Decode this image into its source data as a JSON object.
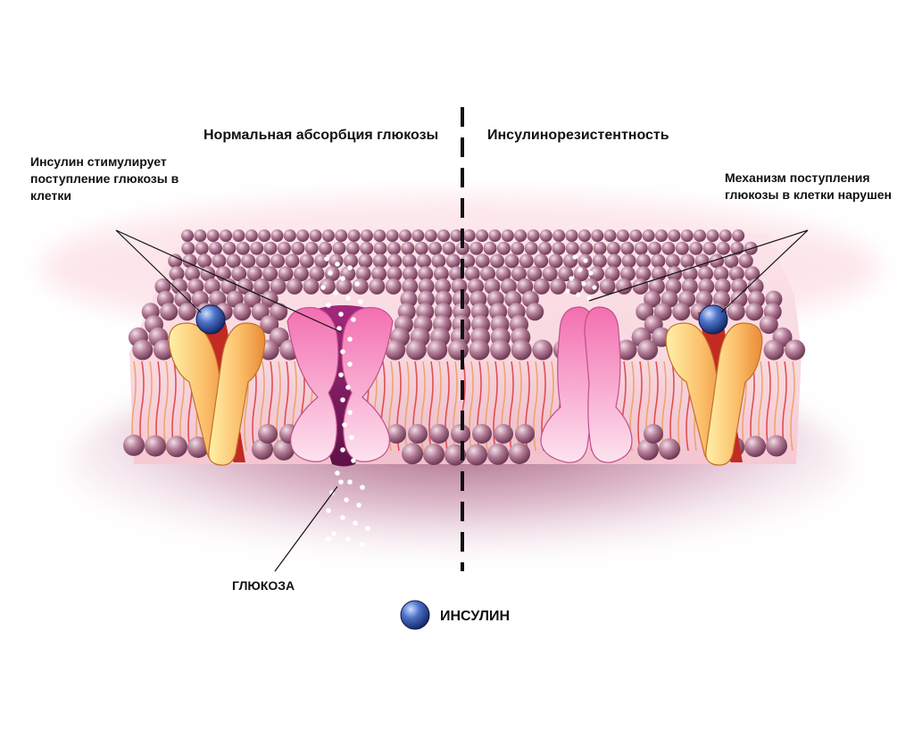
{
  "titles": {
    "normal": "Нормальная абсорбция глюкозы",
    "resistance": "Инсулинорезистентность"
  },
  "notes": {
    "left": "Инсулин стимулирует\nпоступление глюкозы в\nклетки",
    "right": "Механизм поступления\nглюкозы в клетки нарушен"
  },
  "labels": {
    "glucose": "ГЛЮКОЗА",
    "insulin": "ИНСУЛИН"
  },
  "colors": {
    "phospholipid": "#a6708a",
    "insulin": "#1d3f8f",
    "receptor": "#f5a856",
    "transporter": "#f28cbf",
    "channel": "#a3287c",
    "divider": "#111111"
  }
}
